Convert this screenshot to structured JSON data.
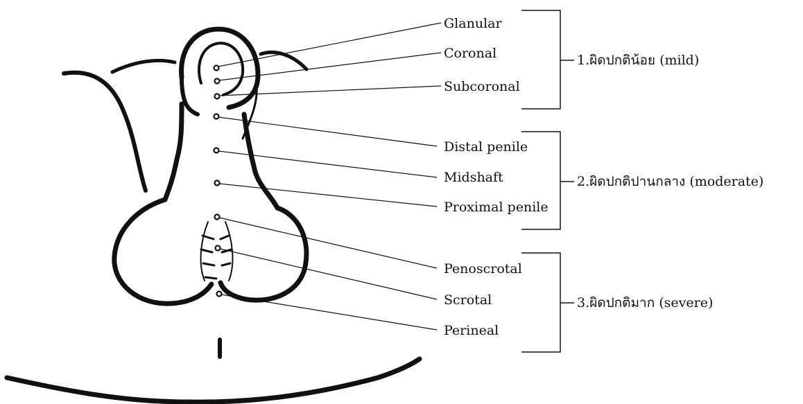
{
  "diagram": {
    "colors": {
      "ink": "#111111",
      "background": "#ffffff"
    },
    "site_labels": [
      "Glanular",
      "Coronal",
      "Subcoronal",
      "Distal penile",
      "Midshaft",
      "Proximal penile",
      "Penoscrotal",
      "Scrotal",
      "Perineal"
    ],
    "groups": [
      "1.ผิดปกติน้อย (mild)",
      "2.ผิดปกติปานกลาง (moderate)",
      "3.ผิดปกติมาก (severe)"
    ]
  }
}
